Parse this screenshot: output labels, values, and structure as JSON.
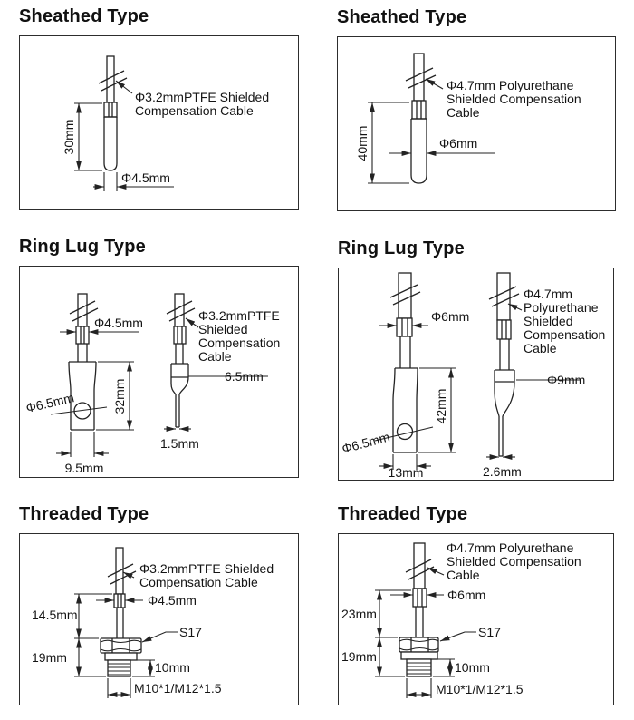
{
  "colors": {
    "line": "#232323",
    "text": "#141414",
    "border": "#2d2d2d",
    "background": "#ffffff"
  },
  "panels": {
    "sheathed_left": {
      "title": "Sheathed Type",
      "cable_label": [
        "Φ3.2mmPTFE Shielded",
        "Compensation Cable"
      ],
      "dim_length": "30mm",
      "dim_diameter": "Φ4.5mm"
    },
    "sheathed_right": {
      "title": "Sheathed Type",
      "cable_label": [
        "Φ4.7mm Polyurethane",
        "Shielded Compensation",
        "Cable"
      ],
      "dim_length": "40mm",
      "dim_diameter": "Φ6mm"
    },
    "ringlug_left": {
      "title": "Ring Lug Type",
      "cable_label": [
        "Φ3.2mmPTFE",
        "Shielded",
        "Compensation",
        "Cable"
      ],
      "dim_top_diameter": "Φ4.5mm",
      "dim_body_length": "32mm",
      "dim_hole_diameter": "Φ6.5mm",
      "dim_lug_width": "9.5mm",
      "dim_side_thickness": "6.5mm",
      "dim_tip_thickness": "1.5mm"
    },
    "ringlug_right": {
      "title": "Ring Lug Type",
      "cable_label": [
        "Φ4.7mm",
        "Polyurethane",
        "Shielded",
        "Compensation",
        "Cable"
      ],
      "dim_top_diameter": "Φ6mm",
      "dim_body_length": "42mm",
      "dim_hole_diameter": "Φ6.5mm",
      "dim_lug_width": "13mm",
      "dim_side_thickness": "Φ9mm",
      "dim_tip_thickness": "2.6mm"
    },
    "threaded_left": {
      "title": "Threaded Type",
      "cable_label": [
        "Φ3.2mmPTFE Shielded",
        "Compensation Cable"
      ],
      "dim_diameter": "Φ4.5mm",
      "dim_upper_length": "14.5mm",
      "dim_lower_length": "19mm",
      "hex_label": "S17",
      "dim_thread_length": "10mm",
      "thread_spec": "M10*1/M12*1.5"
    },
    "threaded_right": {
      "title": "Threaded Type",
      "cable_label": [
        "Φ4.7mm Polyurethane",
        "Shielded Compensation",
        "Cable"
      ],
      "dim_diameter": "Φ6mm",
      "dim_upper_length": "23mm",
      "dim_lower_length": "19mm",
      "hex_label": "S17",
      "dim_thread_length": "10mm",
      "thread_spec": "M10*1/M12*1.5"
    }
  }
}
